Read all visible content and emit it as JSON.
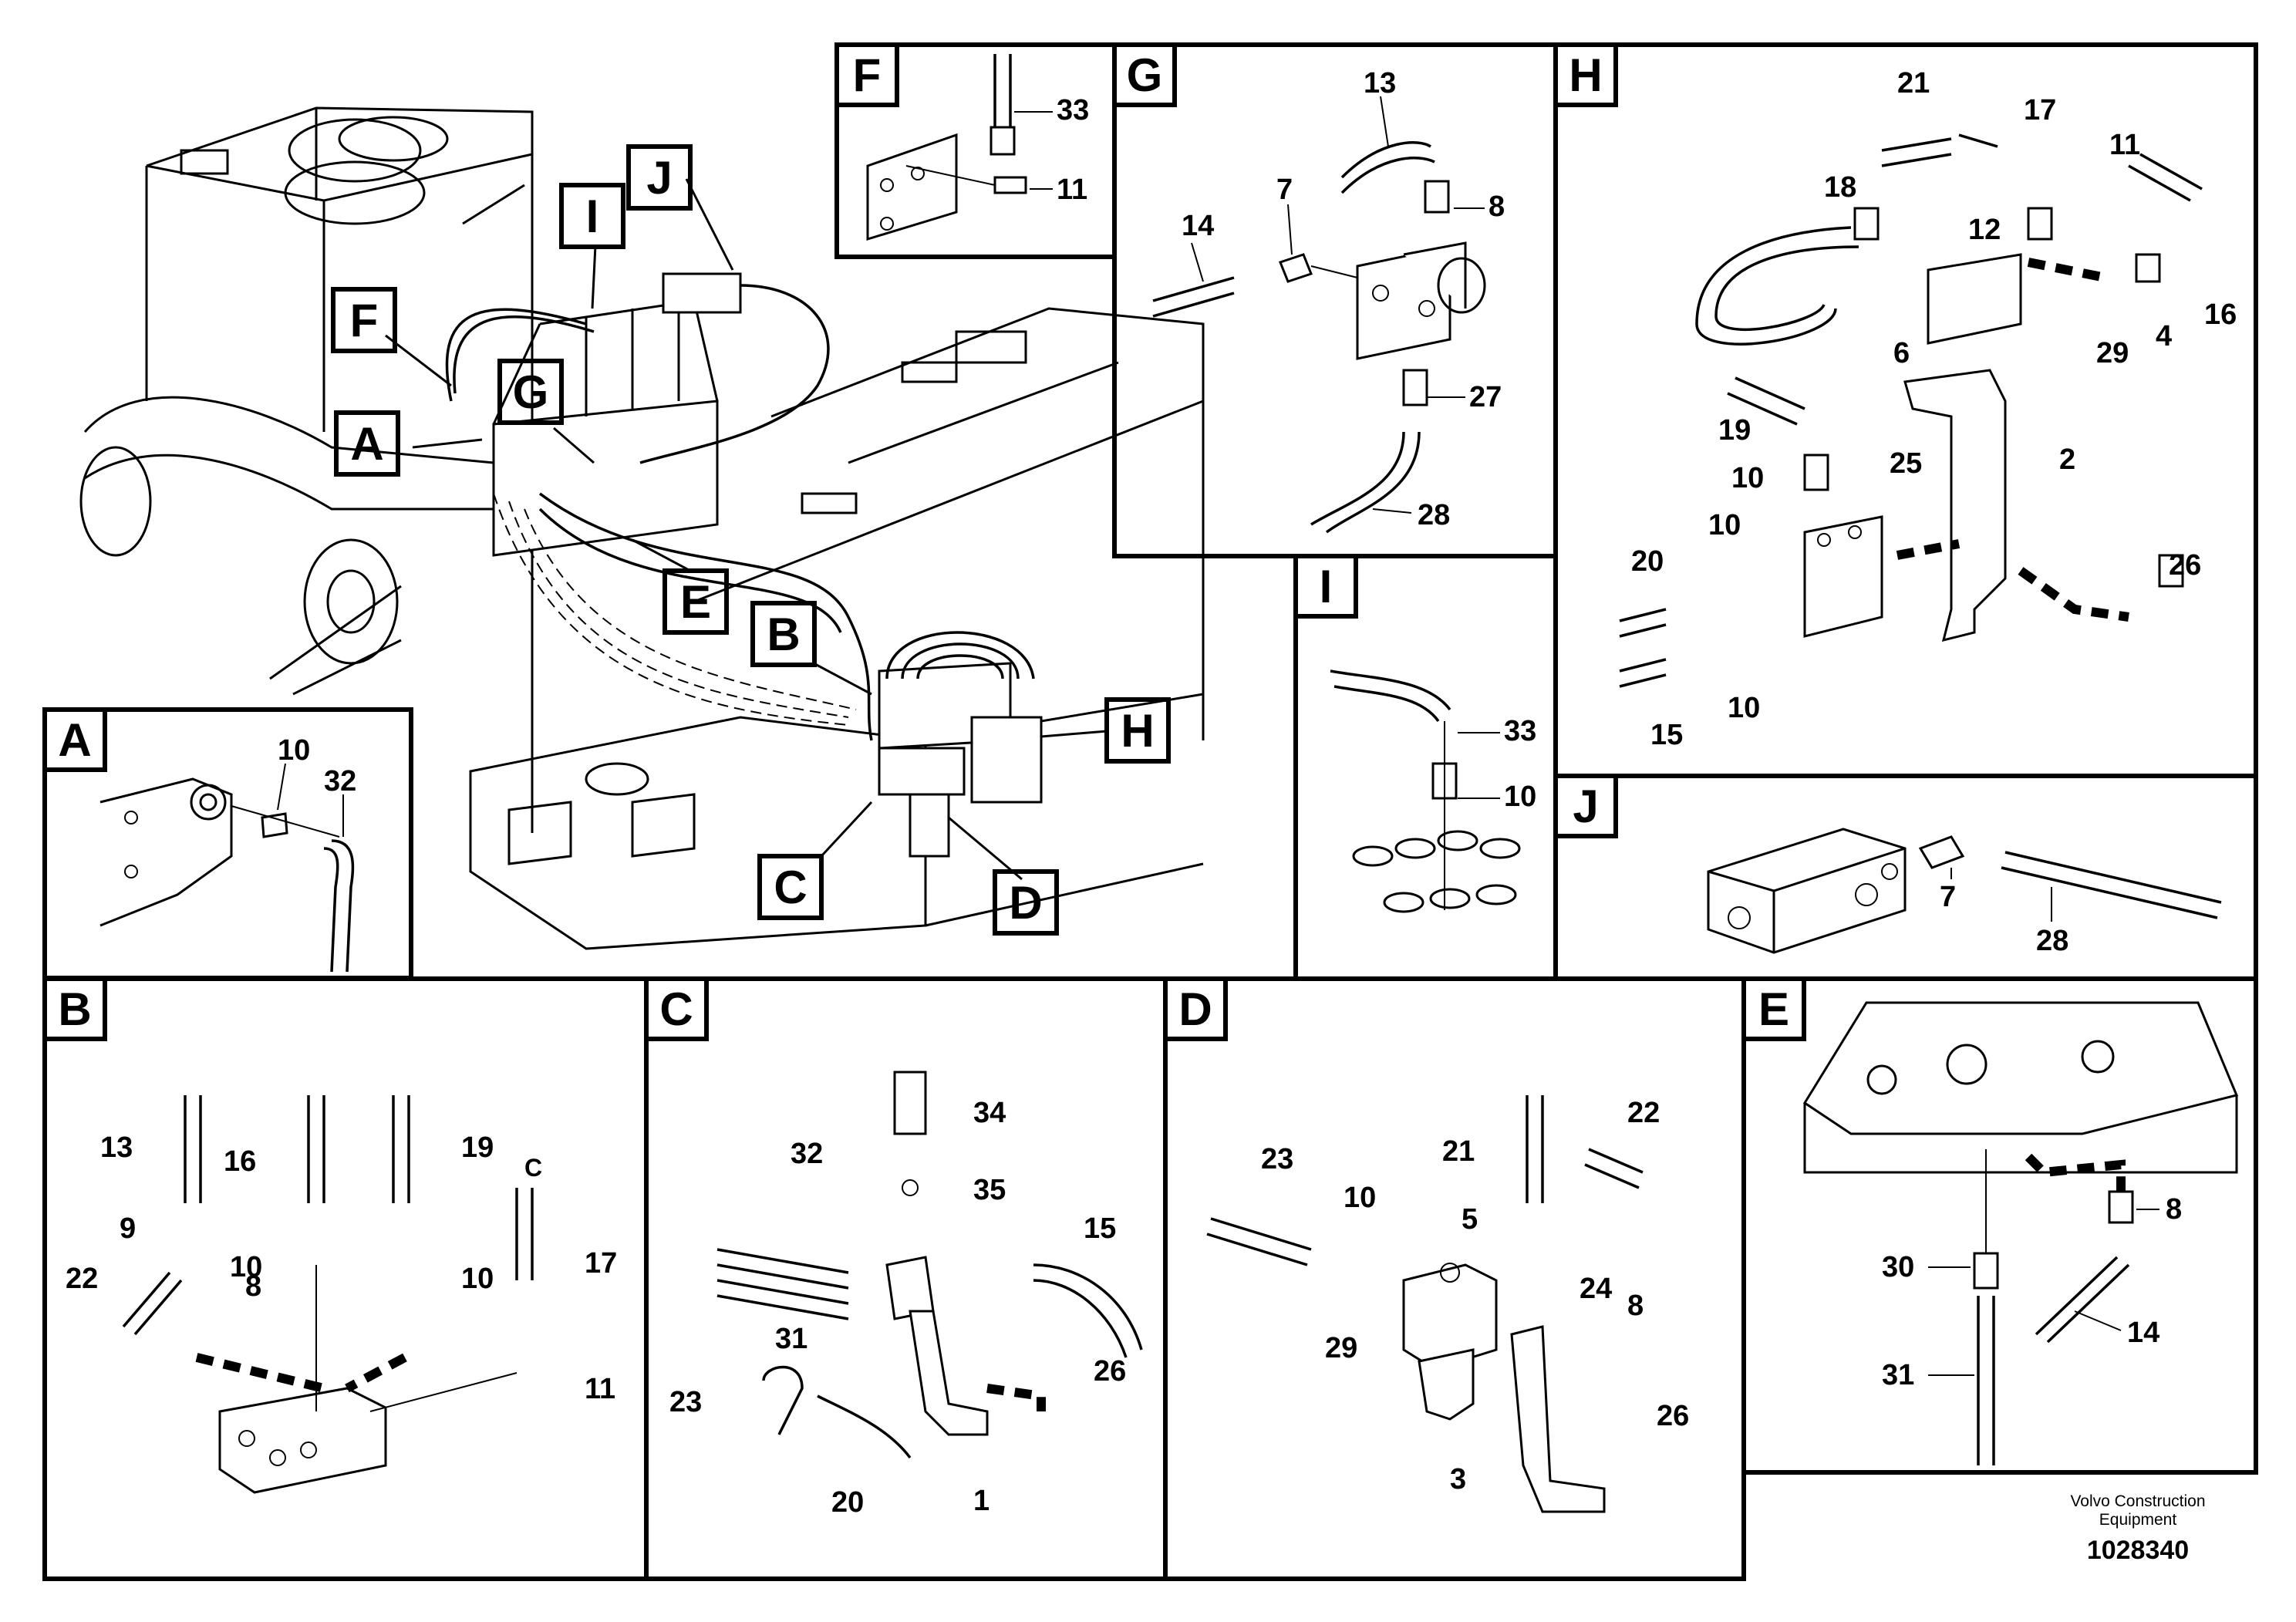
{
  "main_view": {
    "callouts": [
      "F",
      "I",
      "J",
      "G",
      "A",
      "E",
      "B",
      "H",
      "C",
      "D"
    ]
  },
  "panels": {
    "A": {
      "tag": "A",
      "labels": [
        "10",
        "32"
      ]
    },
    "F": {
      "tag": "F",
      "labels": [
        "33",
        "11"
      ]
    },
    "G": {
      "tag": "G",
      "labels": [
        "13",
        "7",
        "8",
        "14",
        "27",
        "28"
      ]
    },
    "H": {
      "tag": "H",
      "labels": [
        "21",
        "17",
        "11",
        "18",
        "12",
        "6",
        "29",
        "4",
        "16",
        "19",
        "25",
        "2",
        "10",
        "10",
        "20",
        "26",
        "10",
        "15"
      ]
    },
    "I": {
      "tag": "I",
      "labels": [
        "33",
        "10"
      ]
    },
    "J": {
      "tag": "J",
      "labels": [
        "7",
        "28"
      ]
    },
    "B": {
      "tag": "B",
      "labels": [
        "13",
        "16",
        "19",
        "C",
        "9",
        "17",
        "22",
        "8",
        "10",
        "10",
        "11"
      ]
    },
    "C": {
      "tag": "C",
      "labels": [
        "34",
        "32",
        "35",
        "15",
        "31",
        "26",
        "23",
        "20",
        "1"
      ]
    },
    "D": {
      "tag": "D",
      "labels": [
        "22",
        "23",
        "21",
        "10",
        "5",
        "8",
        "24",
        "29",
        "26",
        "3"
      ]
    },
    "E": {
      "tag": "E",
      "labels": [
        "8",
        "30",
        "14",
        "31"
      ]
    }
  },
  "footer": {
    "company": "Volvo Construction Equipment",
    "drawing_number": "1028340"
  }
}
